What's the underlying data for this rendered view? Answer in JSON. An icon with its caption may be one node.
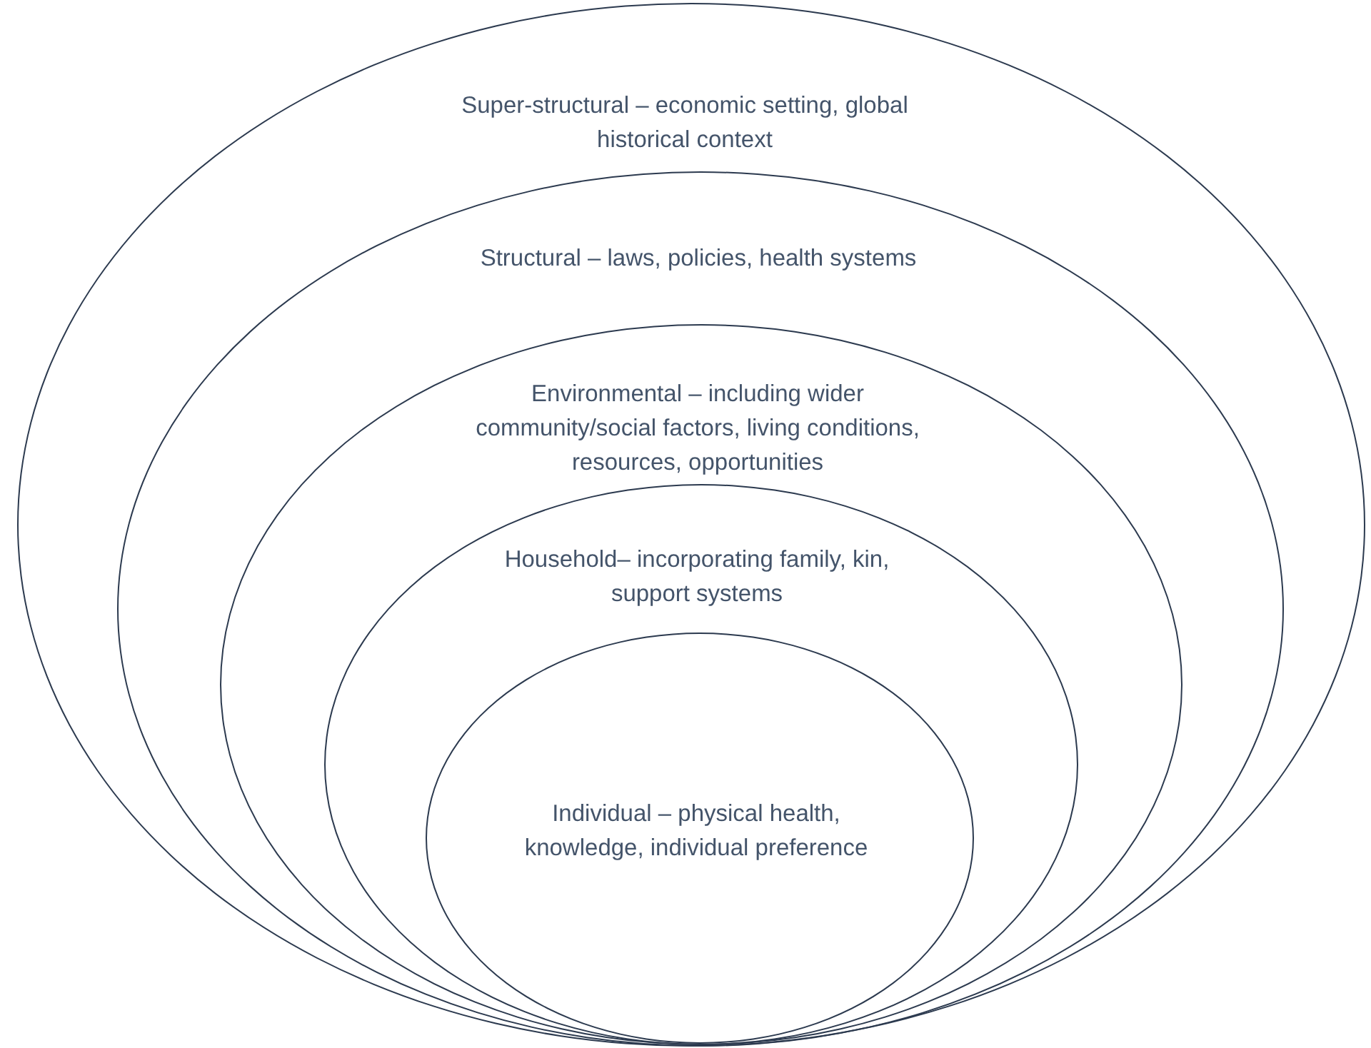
{
  "diagram": {
    "nodes": [
      {
        "text": [
          "Super-structural – economic setting, global historical context"
        ]
      },
      {
        "text": [
          "Structural – laws, policies, health systems"
        ],
        "in": 0
      },
      {
        "text": [
          "Environmental – including wider community/social factors, living conditions, resources, opportunities"
        ],
        "in": 1
      },
      {
        "text": [
          "Household– incorporating family, kin, support systems"
        ],
        "in": 2
      },
      {
        "text": [
          "Individual – physical health, knowledge, individual preference"
        ],
        "in": 3
      }
    ]
  }
}
